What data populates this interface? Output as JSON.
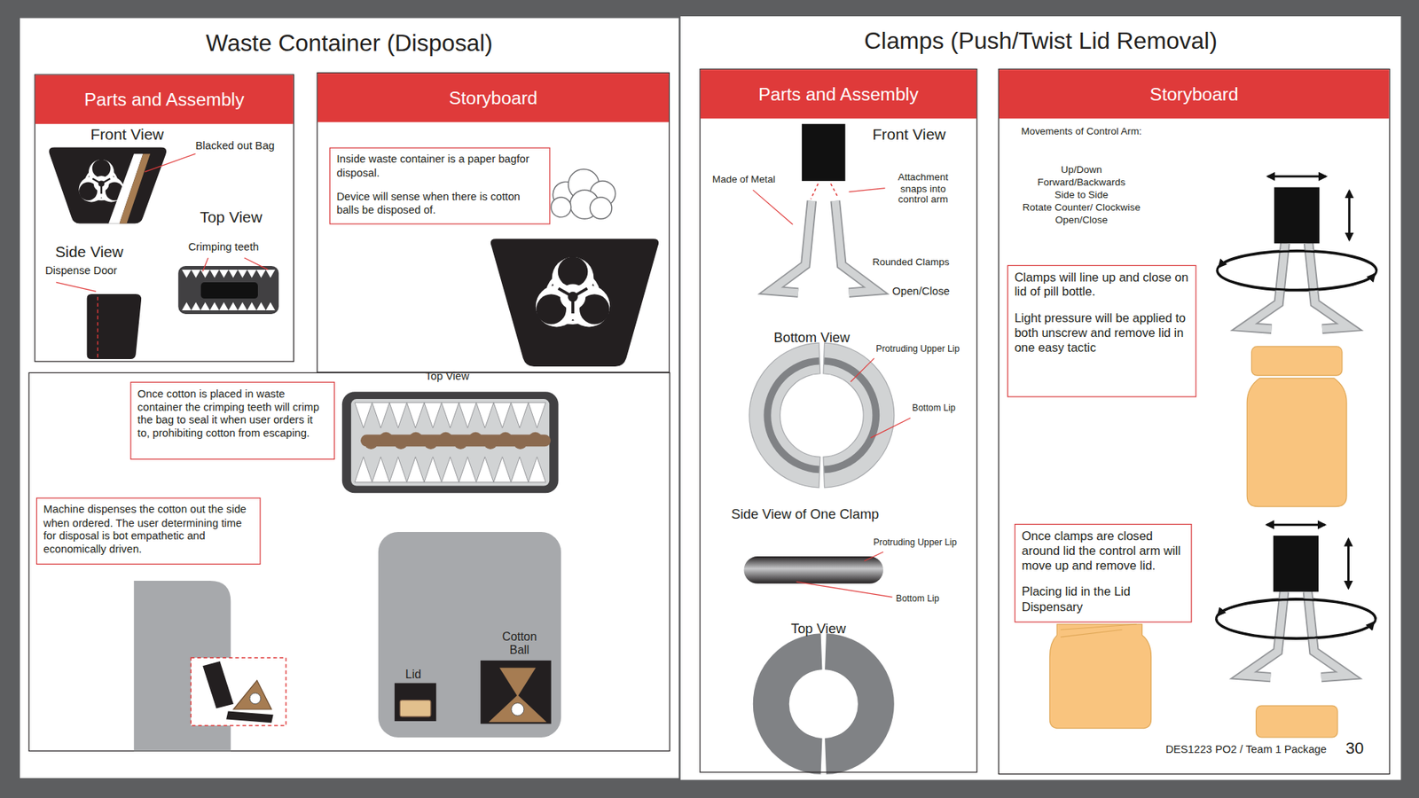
{
  "diagram": {
    "nodes": [
      {
        "text": [
          "Waste Container (Disposal)"
        ]
      },
      {
        "text": [
          "Parts and Assembly"
        ],
        "in": 0
      },
      {
        "text": [
          "Storyboard"
        ],
        "in": 0
      },
      {
        "text": [
          "Inside waste container is a paper bagfor disposal.",
          "Device will sense when there is cotton balls be disposed of."
        ],
        "in": 2
      },
      {
        "text": [
          "Once cotton is placed in waste container the crimping teeth will crimp the bag to seal it when user orders it to, prohibiting cotton from escaping."
        ],
        "in": 0
      },
      {
        "text": [
          "Machine dispenses the cotton out the side when ordered. The user determining time for disposal is bot empathetic and economically driven."
        ],
        "in": 0
      },
      {
        "text": [
          "Clamps (Push/Twist Lid Removal)"
        ]
      },
      {
        "text": [
          "Parts and Assembly"
        ],
        "in": 6
      },
      {
        "text": [
          "Storyboard"
        ],
        "in": 6
      },
      {
        "text": [
          "Clamps will line up and close on lid of pill bottle.",
          "Light pressure will be applied to both unscrew and remove lid in one easy tactic"
        ],
        "in": 8
      },
      {
        "text": [
          "Once clamps are closed around lid the control arm will move up and remove lid.",
          "Placing lid in the Lid Dispensary"
        ],
        "in": 8
      }
    ],
    "labels": [
      "Front View",
      "Blacked out Bag",
      "Top View",
      "Crimping teeth",
      "Side View",
      "Dispense Door",
      "Top View",
      "Lid",
      "Cotton Ball",
      "Front View",
      "Made of Metal",
      "Attachment snaps into control arm",
      "Rounded Clamps",
      "Open/Close",
      "Bottom View",
      "Protruding Upper Lip",
      "Bottom Lip",
      "Side View of One Clamp",
      "Protruding Upper Lip",
      "Bottom Lip",
      "Top View",
      "Movements of Control Arm:",
      "Up/Down",
      "Forward/Backwards",
      "Side to Side",
      "Rotate Counter/ Clockwise",
      "Open/Close",
      "DES1223 PO2 / Team 1 Package",
      "30"
    ]
  }
}
